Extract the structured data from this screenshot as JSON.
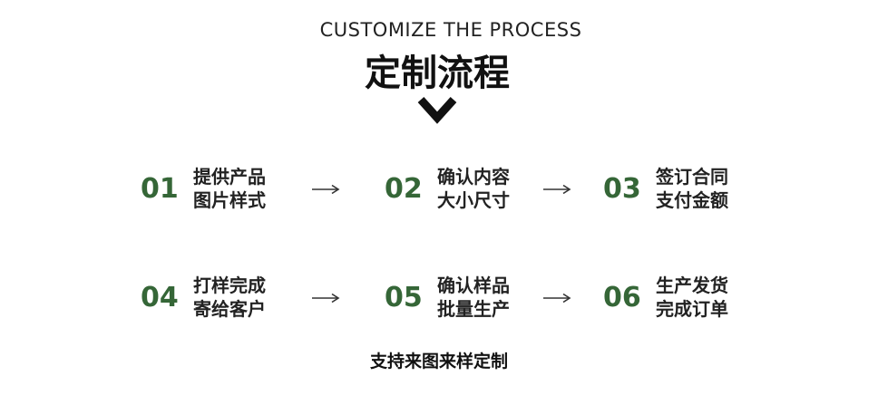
{
  "header": {
    "title_en": "CUSTOMIZE THE PROCESS",
    "title_cn": "定制流程"
  },
  "icons": {
    "chevron": "chevron-down-icon",
    "arrow": "arrow-right-icon"
  },
  "colors": {
    "step_number": "#356637",
    "text": "#222222"
  },
  "steps": [
    {
      "num": "01",
      "line1": "提供产品",
      "line2": "图片样式"
    },
    {
      "num": "02",
      "line1": "确认内容",
      "line2": "大小尺寸"
    },
    {
      "num": "03",
      "line1": "签订合同",
      "line2": "支付金额"
    },
    {
      "num": "04",
      "line1": "打样完成",
      "line2": "寄给客户"
    },
    {
      "num": "05",
      "line1": "确认样品",
      "line2": "批量生产"
    },
    {
      "num": "06",
      "line1": "生产发货",
      "line2": "完成订单"
    }
  ],
  "footer": {
    "text": "支持来图来样定制"
  }
}
